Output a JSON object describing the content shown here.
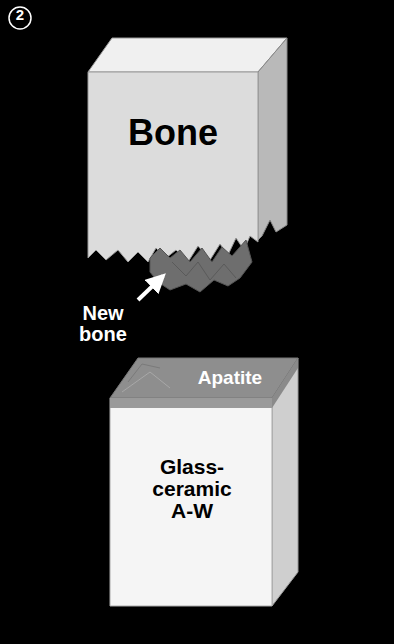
{
  "diagram": {
    "nodes": [
      {
        "text": [
          "Bone"
        ]
      },
      {
        "text": [
          "Apatite"
        ]
      },
      {
        "text": [
          "Glass-ceramic A-W"
        ]
      }
    ],
    "labels": [
      "2",
      "New bone"
    ]
  }
}
